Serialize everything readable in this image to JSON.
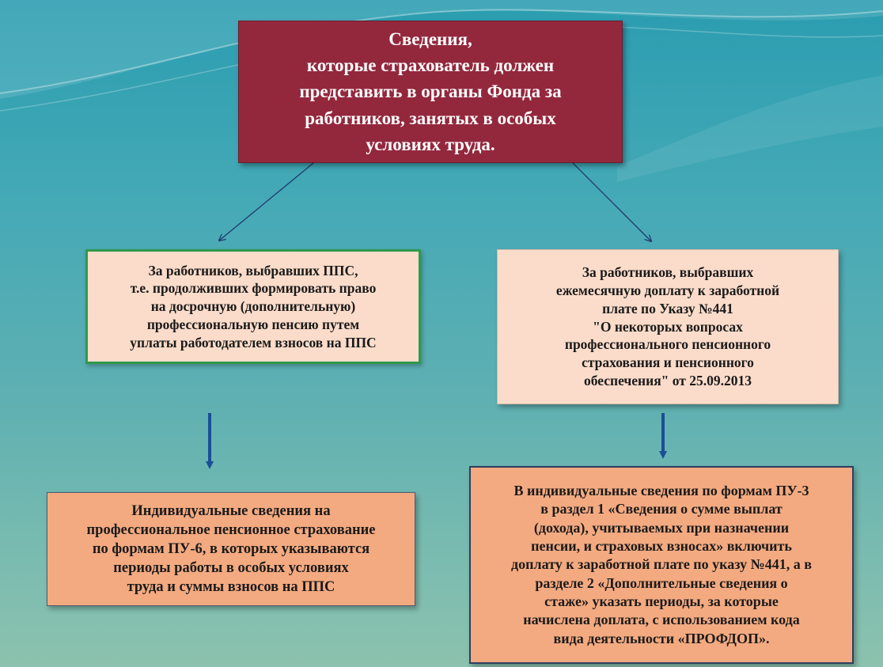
{
  "nodes": {
    "top": "Сведения,\nкоторые страхователь должен\nпредставить в органы Фонда за\nработников, занятых в особых\nусловиях труда.",
    "left": "За работников, выбравших ППС,\nт.е.  продолживших  формировать  право\nна досрочную (дополнительную)\nпрофессиональную  пенсию путем\nуплаты работодателем взносов на ППС",
    "right": "За работников, выбравших\nежемесячную доплату  к заработной\nплате по Указу №441\n\"О некоторых вопросах\nпрофессионального пенсионного\nстрахования и пенсионного\nобеспечения\"  от 25.09.2013",
    "left_bottom": "Индивидуальные сведения на\nпрофессиональное пенсионное страхование\nпо формам ПУ-6, в которых указываются\nпериоды работы в особых условиях\nтруда и суммы взносов на ППС",
    "right_bottom": "В индивидуальные сведения  по формам ПУ-3\nв  раздел 1 «Сведения о сумме выплат\n(дохода), учитываемых при назначении\nпенсии, и страховых взносах»  включить\nдоплату  к заработной плате по указу №441, а в\nразделе 2 «Дополнительные  сведения о\nстаже»  указать  периоды, за которые\nначислена доплата, с  использованием кода\nвида деятельности «ПРОФДОП»."
  },
  "colors": {
    "top_fill": "#93283d",
    "middle_fill": "#fbdcca",
    "bottom_fill": "#f4aa80",
    "left_border": "#2e9a4e",
    "arrow_thin": "#1f3a6e",
    "arrow_thick": "#1a4f96"
  }
}
